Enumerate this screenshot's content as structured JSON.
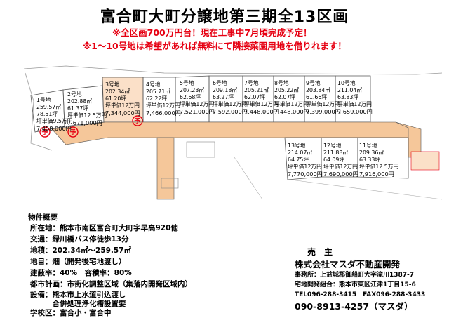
{
  "title": "富合町大町分譲地第三期全13区画",
  "notes": [
    "※全区画700万円台！現在工事中7月頃完成予定！",
    "※1～10号地は希望があれば無料にて隣接菜園用地を借りれます！"
  ],
  "lots": [
    {
      "no": "1号地",
      "area": "259.57㎡",
      "tsubo": "78.51坪",
      "unit": "坪単価9.5万円",
      "price": "7,458,000円",
      "sold": true
    },
    {
      "no": "2号地",
      "area": "202.88㎡",
      "tsubo": "61.37坪",
      "unit": "坪単価12.5万円",
      "price": "7,671,000円",
      "sold": true
    },
    {
      "no": "3号地",
      "area": "202.34㎡",
      "tsubo": "61.20坪",
      "unit": "坪単価12万円",
      "price": "7,344,000円",
      "sold": true
    },
    {
      "no": "4号地",
      "area": "205.71㎡",
      "tsubo": "62.22坪",
      "unit": "坪単価12万円",
      "price": "7,466,000円",
      "sold": false
    },
    {
      "no": "5号地",
      "area": "207.23㎡",
      "tsubo": "62.68坪",
      "unit": "坪単価12万円",
      "price": "7,521,000円",
      "sold": false
    },
    {
      "no": "6号地",
      "area": "209.18㎡",
      "tsubo": "63.27坪",
      "unit": "坪単価12万円",
      "price": "7,592,000円",
      "sold": false
    },
    {
      "no": "7号地",
      "area": "205.21㎡",
      "tsubo": "62.07坪",
      "unit": "坪単価12万円",
      "price": "7,448,000円",
      "sold": false
    },
    {
      "no": "8号地",
      "area": "205.22㎡",
      "tsubo": "62.07坪",
      "unit": "坪単価12万円",
      "price": "7,448,000円",
      "sold": false
    },
    {
      "no": "9号地",
      "area": "203.84㎡",
      "tsubo": "61.66坪",
      "unit": "坪単価12万円",
      "price": "7,399,000円",
      "sold": false
    },
    {
      "no": "10号地",
      "area": "211.04㎡",
      "tsubo": "63.83坪",
      "unit": "坪単価12万円",
      "price": "7,659,000円",
      "sold": false
    },
    {
      "no": "11号地",
      "area": "209.36㎡",
      "tsubo": "63.33坪",
      "unit": "坪単価12.5万円",
      "price": "7,916,000円",
      "sold": false
    },
    {
      "no": "12号地",
      "area": "211.88㎡",
      "tsubo": "64.09坪",
      "unit": "坪単価12万円",
      "price": "7,690,000円",
      "sold": false
    },
    {
      "no": "13号地",
      "area": "214.07㎡",
      "tsubo": "64.75坪",
      "unit": "坪単価12万円",
      "price": "7,770,000円",
      "sold": false
    }
  ],
  "sold_mark": "予",
  "specs": {
    "heading": "物件概要",
    "items": [
      "所在地：熊本市南区富合町大町字早高920他",
      "交通：緑川橋バス停徒歩13分",
      "地積：202.34㎡～259.57㎡",
      "地目：畑（開発後宅地渡し）",
      "建蔽率：40%　容積率：80%",
      "都市計画：市街化調整区域（集落内開発区域内）",
      "設備：熊本市上水道引込渡し",
      "　　　合併処理浄化槽設置要",
      "学校区：富合小・富合中"
    ]
  },
  "seller": {
    "heading": "売　主",
    "company": "株式会社マスダ不動産開発",
    "office": "事務所：上益城郡御船町大字滝川1387-7",
    "branch": "宅地開発組合：熊本市東区江津1丁目15-6",
    "tel": "TEL096-288-3415　FAX096-288-3433",
    "mobile": "090-8913-4257（マスダ）"
  },
  "colors": {
    "accent_red": "#e60012",
    "road_orange": "#f5c79a",
    "lot_outline": "#555555"
  }
}
